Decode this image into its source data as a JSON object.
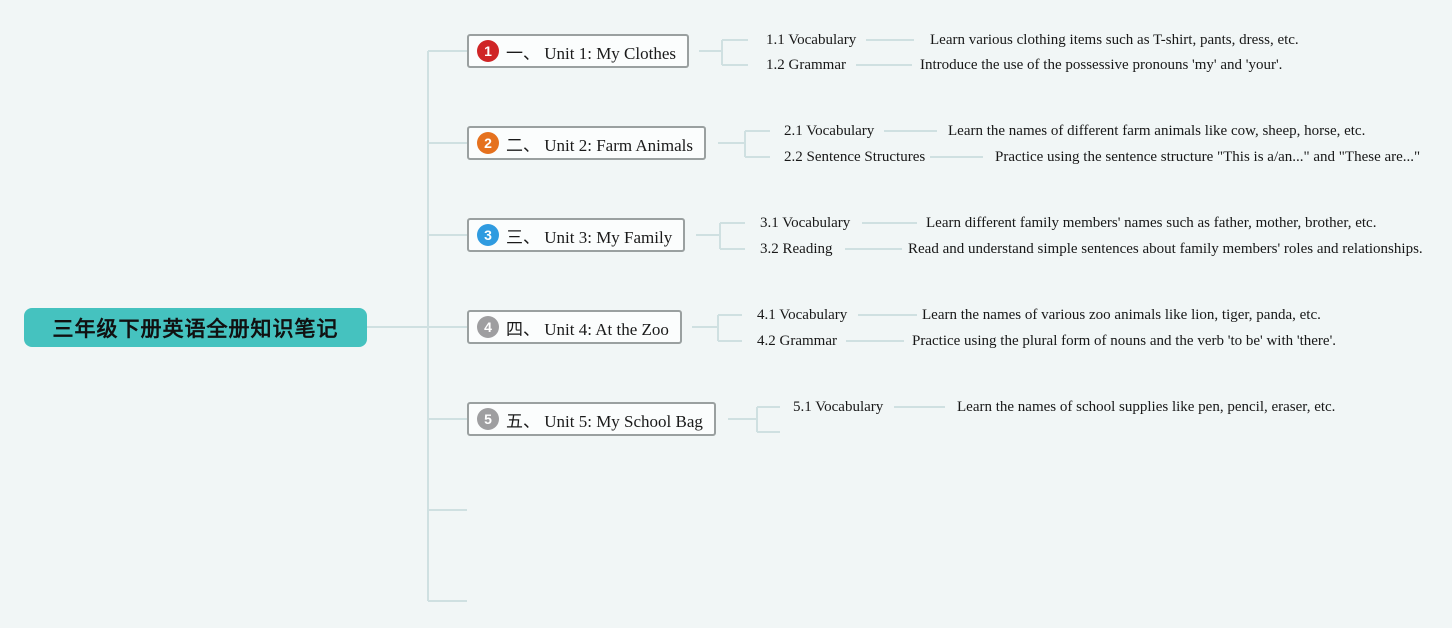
{
  "title": "三年级下册英语全册知识笔记",
  "colors": {
    "background": "#f1f6f6",
    "root_bg": "#45c2bf",
    "connector_line": "#cfe0e1",
    "node_border": "#9aa0a0",
    "badge_red": "#cf2526",
    "badge_orange": "#e5711e",
    "badge_blue": "#2f9be0",
    "badge_gray": "#9e9ea0"
  },
  "root": {
    "label": "三年级下册英语全册知识笔记"
  },
  "units": [
    {
      "num": "1",
      "badge_color": "#cf2526",
      "label": "一、 Unit 1: My Clothes",
      "subtopics": [
        {
          "label": "1.1 Vocabulary",
          "desc": "Learn various clothing items such as T-shirt, pants, dress, etc."
        },
        {
          "label": "1.2 Grammar",
          "desc": "Introduce the use of the possessive pronouns 'my' and 'your'."
        }
      ]
    },
    {
      "num": "2",
      "badge_color": "#e5711e",
      "label": "二、 Unit 2: Farm Animals",
      "subtopics": [
        {
          "label": "2.1 Vocabulary",
          "desc": "Learn the names of different farm animals like cow, sheep, horse, etc."
        },
        {
          "label": "2.2 Sentence Structures",
          "desc": "Practice using the sentence structure \"This is a/an...\" and \"These are...\""
        }
      ]
    },
    {
      "num": "3",
      "badge_color": "#2f9be0",
      "label": "三、 Unit 3: My Family",
      "subtopics": [
        {
          "label": "3.1 Vocabulary",
          "desc": "Learn different family members' names such as father, mother, brother, etc."
        },
        {
          "label": "3.2 Reading",
          "desc": "Read and understand simple sentences about family members' roles and relationships."
        }
      ]
    },
    {
      "num": "4",
      "badge_color": "#9e9ea0",
      "label": "四、 Unit 4: At the Zoo",
      "subtopics": [
        {
          "label": "4.1 Vocabulary",
          "desc": "Learn the names of various zoo animals like lion, tiger, panda, etc."
        },
        {
          "label": "4.2 Grammar",
          "desc": "Practice using the plural form of nouns and the verb 'to be' with 'there'."
        }
      ]
    },
    {
      "num": "5",
      "badge_color": "#9e9ea0",
      "label": "五、 Unit 5: My School Bag",
      "subtopics": [
        {
          "label": "5.1 Vocabulary",
          "desc": "Learn the names of school supplies like pen, pencil, eraser, etc."
        }
      ]
    }
  ]
}
